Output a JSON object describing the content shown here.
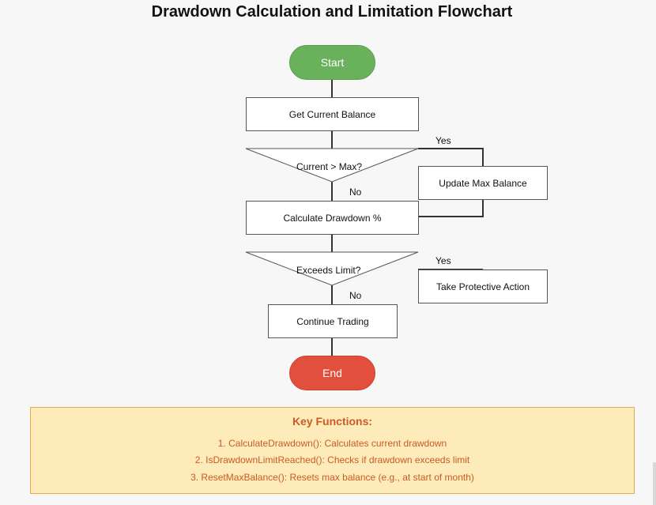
{
  "title": "Drawdown Calculation and Limitation Flowchart",
  "nodes": {
    "start": "Start",
    "get_balance": "Get Current Balance",
    "decision_current_max": "Current > Max?",
    "update_max": "Update Max Balance",
    "calc_drawdown": "Calculate Drawdown %",
    "decision_exceeds": "Exceeds Limit?",
    "protective_action": "Take Protective Action",
    "continue_trading": "Continue Trading",
    "end": "End"
  },
  "edge_labels": {
    "yes_1": "Yes",
    "no_1": "No",
    "yes_2": "Yes",
    "no_2": "No"
  },
  "key_functions": {
    "title": "Key Functions:",
    "items": [
      "1. CalculateDrawdown(): Calculates current drawdown",
      "2. IsDrawdownLimitReached(): Checks if drawdown exceeds limit",
      "3. ResetMaxBalance(): Resets max balance (e.g., at start of month)"
    ]
  },
  "colors": {
    "start": "#69b15a",
    "end": "#e24f3c",
    "key_bg": "#fdebb9",
    "key_border": "#e9a84e",
    "key_text": "#cc5a26"
  }
}
